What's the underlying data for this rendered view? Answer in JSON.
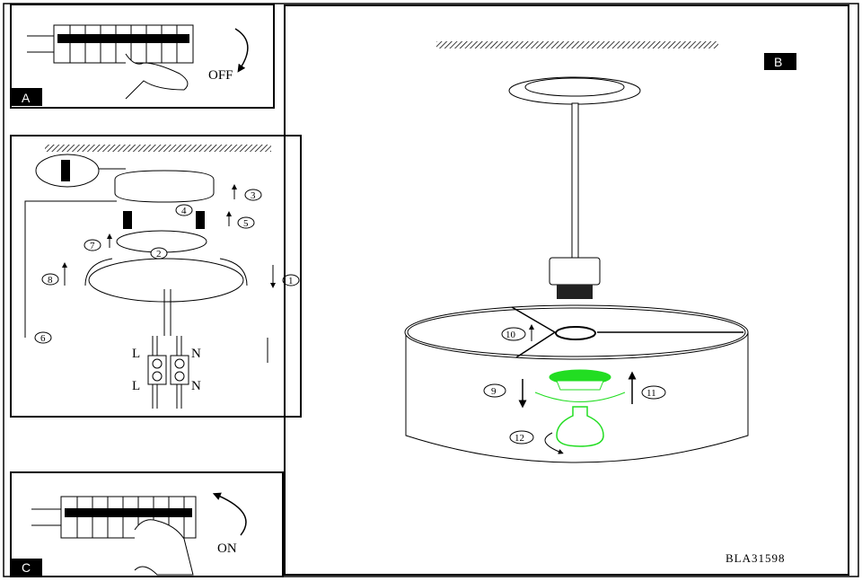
{
  "panels": {
    "a": {
      "tag": "A",
      "label": "OFF"
    },
    "b": {
      "tag": "B"
    },
    "c": {
      "tag": "C",
      "label": "ON"
    }
  },
  "steps": [
    "1",
    "2",
    "3",
    "4",
    "5",
    "6",
    "7",
    "8",
    "9",
    "10",
    "11",
    "12"
  ],
  "terminal": {
    "top_left": "L",
    "top_right": "N",
    "bottom_left": "L",
    "bottom_right": "N"
  },
  "code": "BLA31598",
  "colors": {
    "bulb": "#22dd22",
    "line": "#000000"
  }
}
